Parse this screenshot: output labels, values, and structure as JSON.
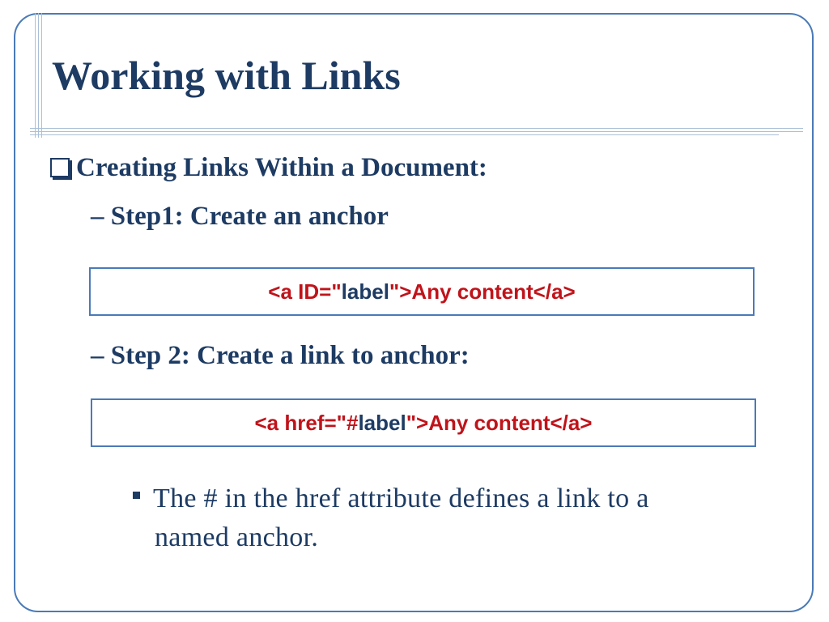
{
  "slide": {
    "title": "Working with Links",
    "bullet": "Creating Links Within a Document:",
    "step1": "– Step1: Create an anchor",
    "code1": {
      "part1": "<a ID=\"",
      "part2": "label",
      "part3": "\">Any content</a>"
    },
    "step2": "– Step 2: Create a link  to anchor:",
    "code2": {
      "part1": "<a href=\"#",
      "part2": "label",
      "part3": "\">Any content</a>"
    },
    "note_line1": "The # in the href attribute defines a link to a",
    "note_line2": "named anchor."
  },
  "colors": {
    "title": "#1d3b63",
    "frame": "#4a7ab8",
    "code": "#c0131a"
  },
  "icons": {
    "bullet_l1": "checkbox-icon",
    "bullet_l3": "square-bullet-icon"
  }
}
